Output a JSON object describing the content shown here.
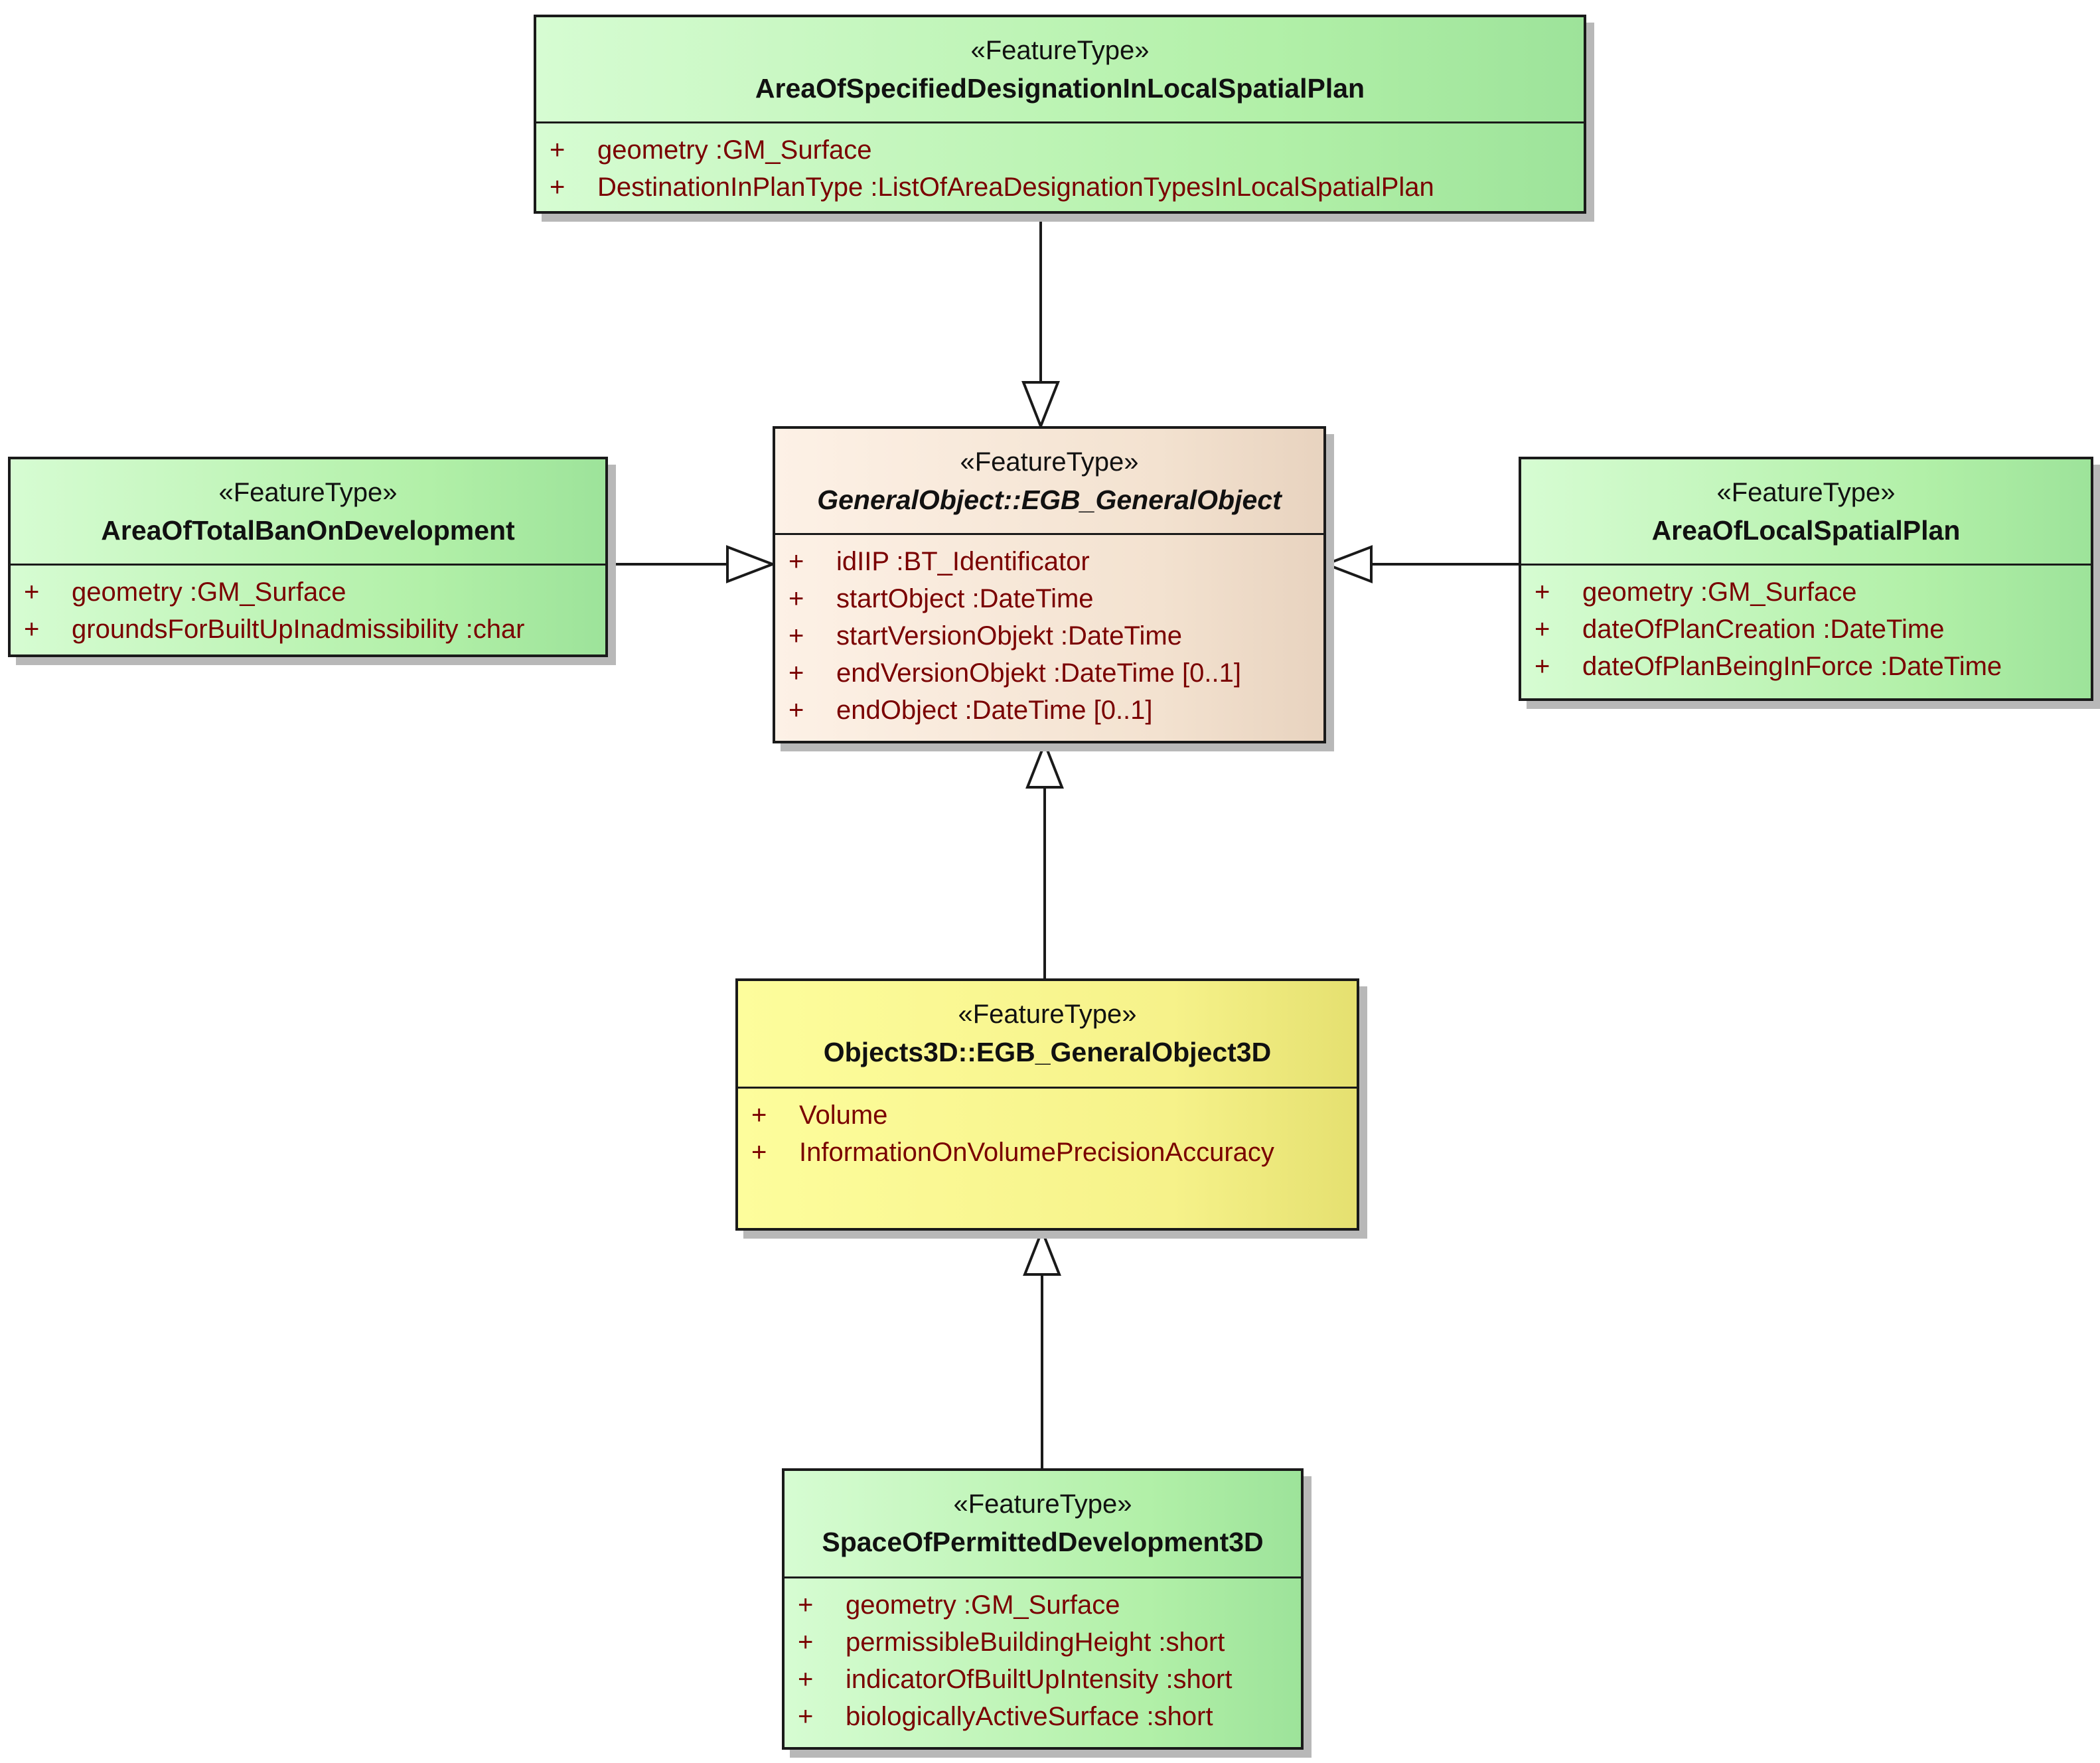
{
  "colors": {
    "attribute_text": "#7a0000",
    "line": "#1a1a1a"
  },
  "classes": [
    {
      "key": "area_specified",
      "stereotype": "«FeatureType»",
      "name": "AreaOfSpecifiedDesignationInLocalSpatialPlan",
      "abstract": false,
      "attrs": [
        {
          "vis": "+",
          "text": "geometry  :GM_Surface"
        },
        {
          "vis": "+",
          "text": "DestinationInPlanType  :ListOfAreaDesignationTypesInLocalSpatialPlan"
        }
      ]
    },
    {
      "key": "general",
      "stereotype": "«FeatureType»",
      "name": "GeneralObject::EGB_GeneralObject",
      "abstract": true,
      "attrs": [
        {
          "vis": "+",
          "text": "idIIP  :BT_Identificator"
        },
        {
          "vis": "+",
          "text": "startObject  :DateTime"
        },
        {
          "vis": "+",
          "text": "startVersionObjekt  :DateTime"
        },
        {
          "vis": "+",
          "text": "endVersionObjekt  :DateTime [0..1]"
        },
        {
          "vis": "+",
          "text": "endObject  :DateTime [0..1]"
        }
      ]
    },
    {
      "key": "total_ban",
      "stereotype": "«FeatureType»",
      "name": "AreaOfTotalBanOnDevelopment",
      "abstract": false,
      "attrs": [
        {
          "vis": "+",
          "text": "geometry  :GM_Surface"
        },
        {
          "vis": "+",
          "text": "groundsForBuiltUpInadmissibility  :char"
        }
      ]
    },
    {
      "key": "local_plan",
      "stereotype": "«FeatureType»",
      "name": "AreaOfLocalSpatialPlan",
      "abstract": false,
      "attrs": [
        {
          "vis": "+",
          "text": "geometry  :GM_Surface"
        },
        {
          "vis": "+",
          "text": "dateOfPlanCreation  :DateTime"
        },
        {
          "vis": "+",
          "text": "dateOfPlanBeingInForce  :DateTime"
        }
      ]
    },
    {
      "key": "objects3d",
      "stereotype": "«FeatureType»",
      "name": "Objects3D::EGB_GeneralObject3D",
      "abstract": false,
      "attrs": [
        {
          "vis": "+",
          "text": "Volume"
        },
        {
          "vis": "+",
          "text": "InformationOnVolumePrecisionAccuracy"
        }
      ]
    },
    {
      "key": "space3d",
      "stereotype": "«FeatureType»",
      "name": "SpaceOfPermittedDevelopment3D",
      "abstract": false,
      "attrs": [
        {
          "vis": "+",
          "text": "geometry  :GM_Surface"
        },
        {
          "vis": "+",
          "text": "permissibleBuildingHeight  :short"
        },
        {
          "vis": "+",
          "text": "indicatorOfBuiltUpIntensity  :short"
        },
        {
          "vis": "+",
          "text": "biologicallyActiveSurface  :short"
        }
      ]
    }
  ],
  "relations": [
    {
      "type": "generalization",
      "from": "area_specified",
      "to": "general"
    },
    {
      "type": "generalization",
      "from": "total_ban",
      "to": "general"
    },
    {
      "type": "generalization",
      "from": "local_plan",
      "to": "general"
    },
    {
      "type": "generalization",
      "from": "objects3d",
      "to": "general"
    },
    {
      "type": "generalization",
      "from": "space3d",
      "to": "objects3d"
    }
  ]
}
